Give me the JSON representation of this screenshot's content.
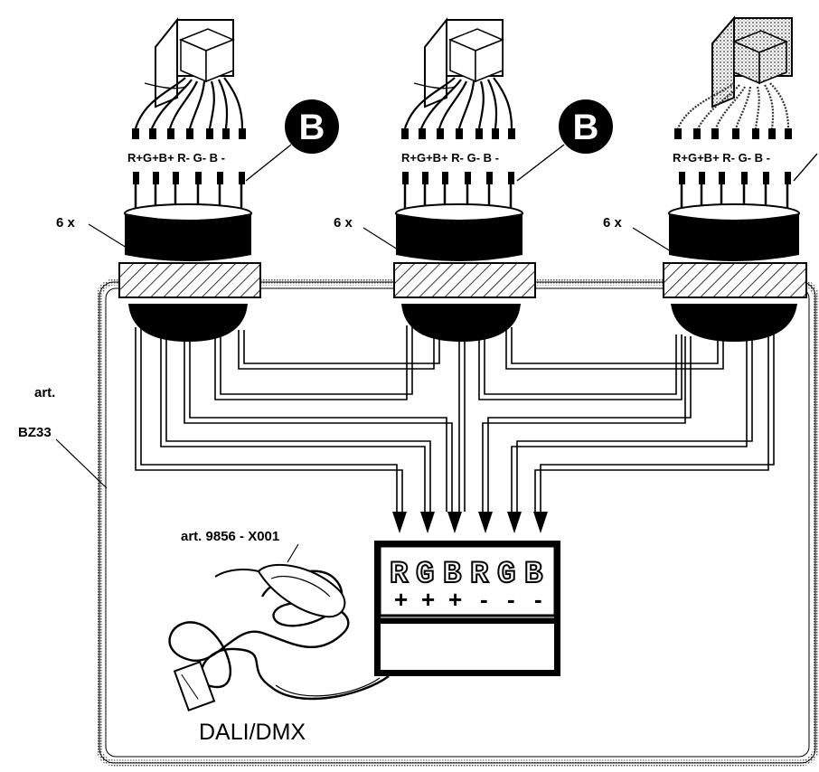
{
  "labels": {
    "count": "6 x",
    "enclosure": [
      "art.",
      "BZ33"
    ],
    "controller_article": "art.  9856 - X001",
    "bus": "DALI/DMX"
  },
  "connector_pins": "R+G+B+ R- G- B -",
  "callout_letter": "B",
  "controller": {
    "letters": [
      "R",
      "G",
      "B",
      "R",
      "G",
      "B"
    ],
    "signs": [
      "+",
      "+",
      "+",
      "-",
      "-",
      "-"
    ]
  },
  "colors": {
    "ink": "#000000",
    "paper": "#ffffff"
  }
}
